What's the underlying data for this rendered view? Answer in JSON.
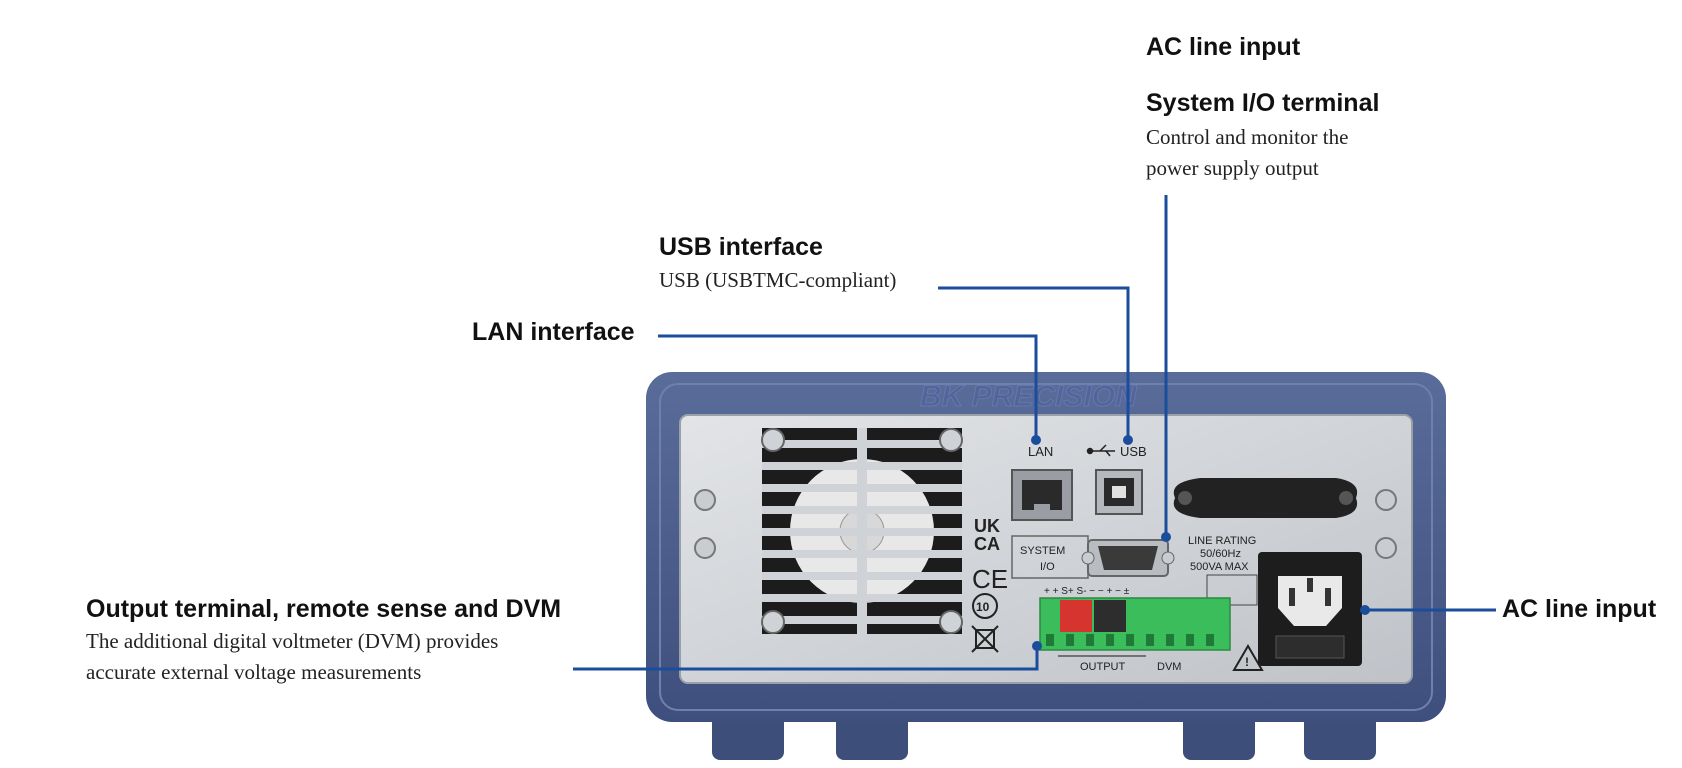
{
  "callouts": {
    "ac_line_input_top": {
      "title": "AC line input"
    },
    "system_io": {
      "title": "System I/O terminal",
      "desc_line1": "Control and monitor the",
      "desc_line2": "power supply output"
    },
    "usb": {
      "title": "USB interface",
      "desc": "USB (USBTMC-compliant)"
    },
    "lan": {
      "title": "LAN interface"
    },
    "output_terminal": {
      "title": "Output terminal, remote sense and DVM",
      "desc_line1": "The additional digital voltmeter (DVM) provides",
      "desc_line2": "accurate external voltage measurements"
    },
    "ac_line_input_right": {
      "title": "AC line input"
    }
  },
  "device": {
    "brand_emboss": "BK PRECISION",
    "port_label_lan": "LAN",
    "port_label_usb": "USB",
    "system_io_label_1": "SYSTEM",
    "system_io_label_2": "I/O",
    "line_rating_1": "LINE RATING",
    "line_rating_2": "50/60Hz",
    "line_rating_3": "500VA MAX",
    "output_label": "OUTPUT",
    "dvm_label": "DVM",
    "ukca_1": "UK",
    "ukca_2": "CA",
    "ce_mark": "CE",
    "rohs_mark": "10",
    "terminal_signs": "+ + S+ S- − − + − ±"
  },
  "colors": {
    "leader_line": "#1a4d9c",
    "chassis": "#4b5d8c",
    "panel": "#cfd2d6",
    "terminal_green": "#3cbd5c"
  }
}
